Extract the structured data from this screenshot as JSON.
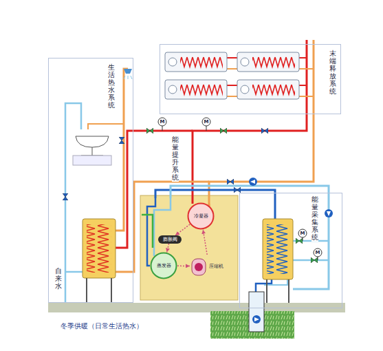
{
  "diagram": {
    "caption": "冬季供暖（日常生活热水）",
    "nodes": [
      {
        "text": [
          "末端释放系统"
        ]
      },
      {
        "text": [
          "生活热水系统"
        ]
      },
      {
        "text": [
          "能量提升系统"
        ]
      },
      {
        "text": [
          "冷凝器"
        ],
        "in": 2
      },
      {
        "text": [
          "膨胀阀"
        ],
        "in": 2
      },
      {
        "text": [
          "蒸发器"
        ],
        "in": 2
      },
      {
        "text": [
          "压缩机"
        ],
        "in": 2
      },
      {
        "text": [
          "能量采集系统"
        ]
      }
    ],
    "edges": [
      {
        "from": 6,
        "to": 3,
        "arrow": "to"
      },
      {
        "from": 3,
        "to": 4,
        "arrow": "to"
      },
      {
        "from": 4,
        "to": 5,
        "arrow": "to"
      },
      {
        "from": 5,
        "to": 6,
        "arrow": "to"
      }
    ],
    "labels": [
      "自来水",
      "M",
      "M",
      "M",
      "M"
    ]
  }
}
